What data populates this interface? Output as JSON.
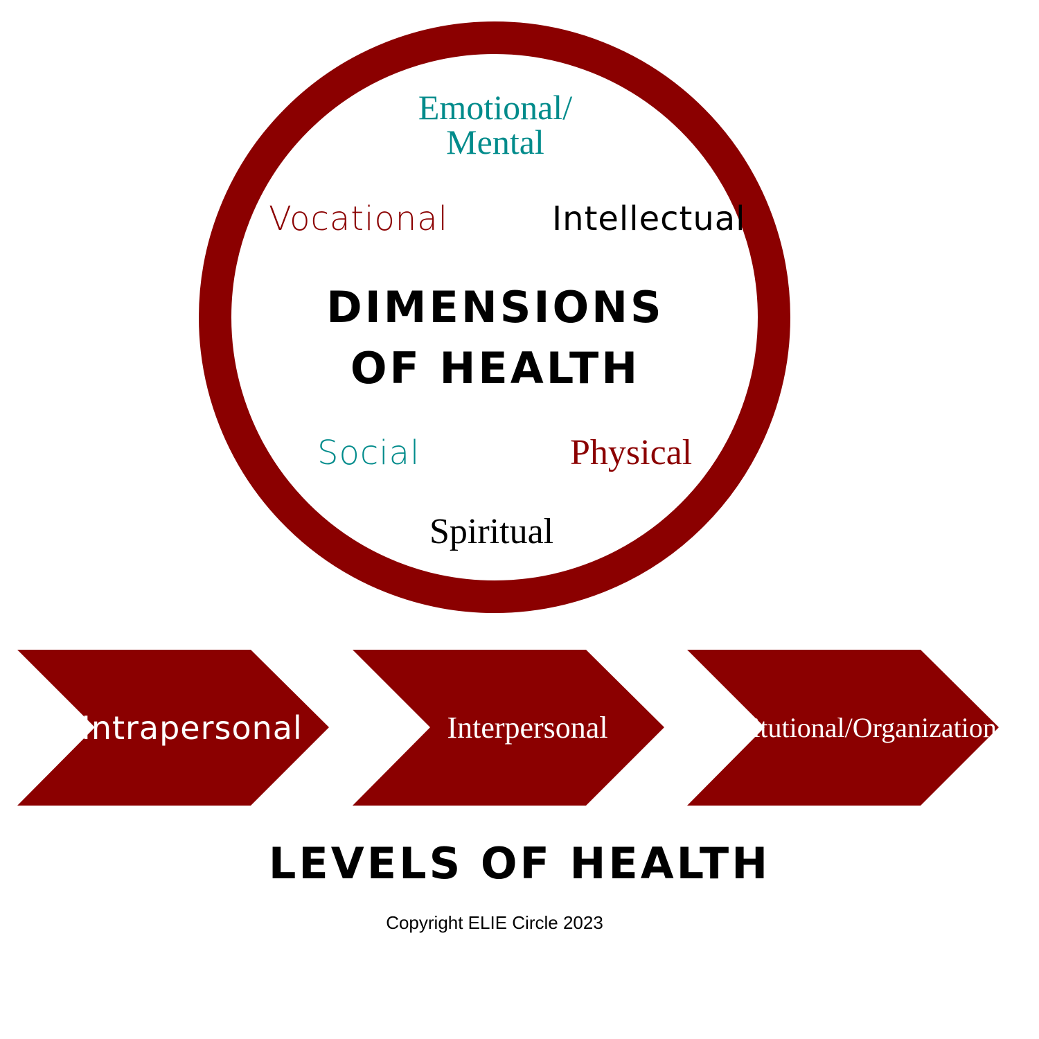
{
  "colors": {
    "ring": "#8b0000",
    "chevron_fill": "#8b0000",
    "teal": "#008b8b",
    "dark_red": "#8b0000",
    "black": "#000000",
    "white": "#ffffff"
  },
  "diagram": {
    "center_title_line1": "DIMENSIONS",
    "center_title_line2": "OF HEALTH",
    "dimensions": {
      "emotional_mental_line1": "Emotional/",
      "emotional_mental_line2": "Mental",
      "vocational": "Vocational",
      "intellectual": "Intellectual",
      "social": "Social",
      "physical": "Physical",
      "spiritual": "Spiritual"
    },
    "levels": [
      {
        "label": "Intrapersonal"
      },
      {
        "label": "Interpersonal"
      },
      {
        "label_line1": "Institutional/",
        "label_line2": "Organizational"
      }
    ],
    "levels_title": "LEVELS OF HEALTH",
    "copyright": "Copyright ELIE Circle 2023"
  }
}
